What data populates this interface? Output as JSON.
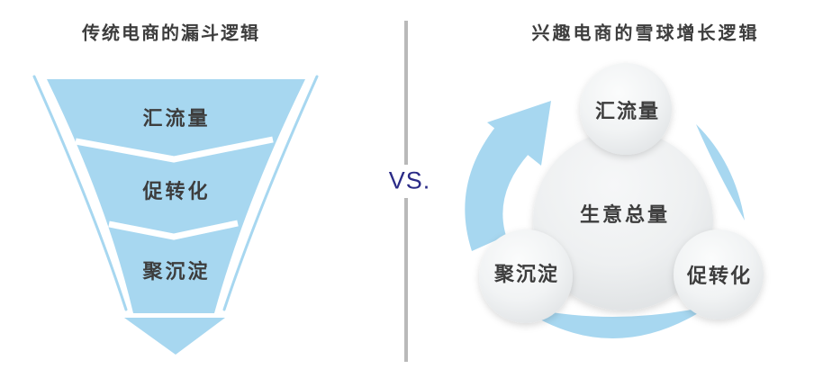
{
  "left_panel": {
    "title": "传统电商的漏斗逻辑",
    "stages": [
      {
        "label": "汇流量"
      },
      {
        "label": "促转化"
      },
      {
        "label": "聚沉淀"
      }
    ]
  },
  "comparison": {
    "vs_label": "VS."
  },
  "right_panel": {
    "title": "兴趣电商的雪球增长逻辑",
    "center_label": "生意总量",
    "nodes": [
      {
        "label": "汇流量"
      },
      {
        "label": "促转化"
      },
      {
        "label": "聚沉淀"
      }
    ]
  },
  "colors": {
    "accent_blue": "#a7d7f0",
    "text_dark": "#3d3d3d",
    "vs_navy": "#2b2b87",
    "divider_gray": "#b9b9b9",
    "sphere_light": "#fafbfc",
    "sphere_dark": "#dfe2e4"
  }
}
